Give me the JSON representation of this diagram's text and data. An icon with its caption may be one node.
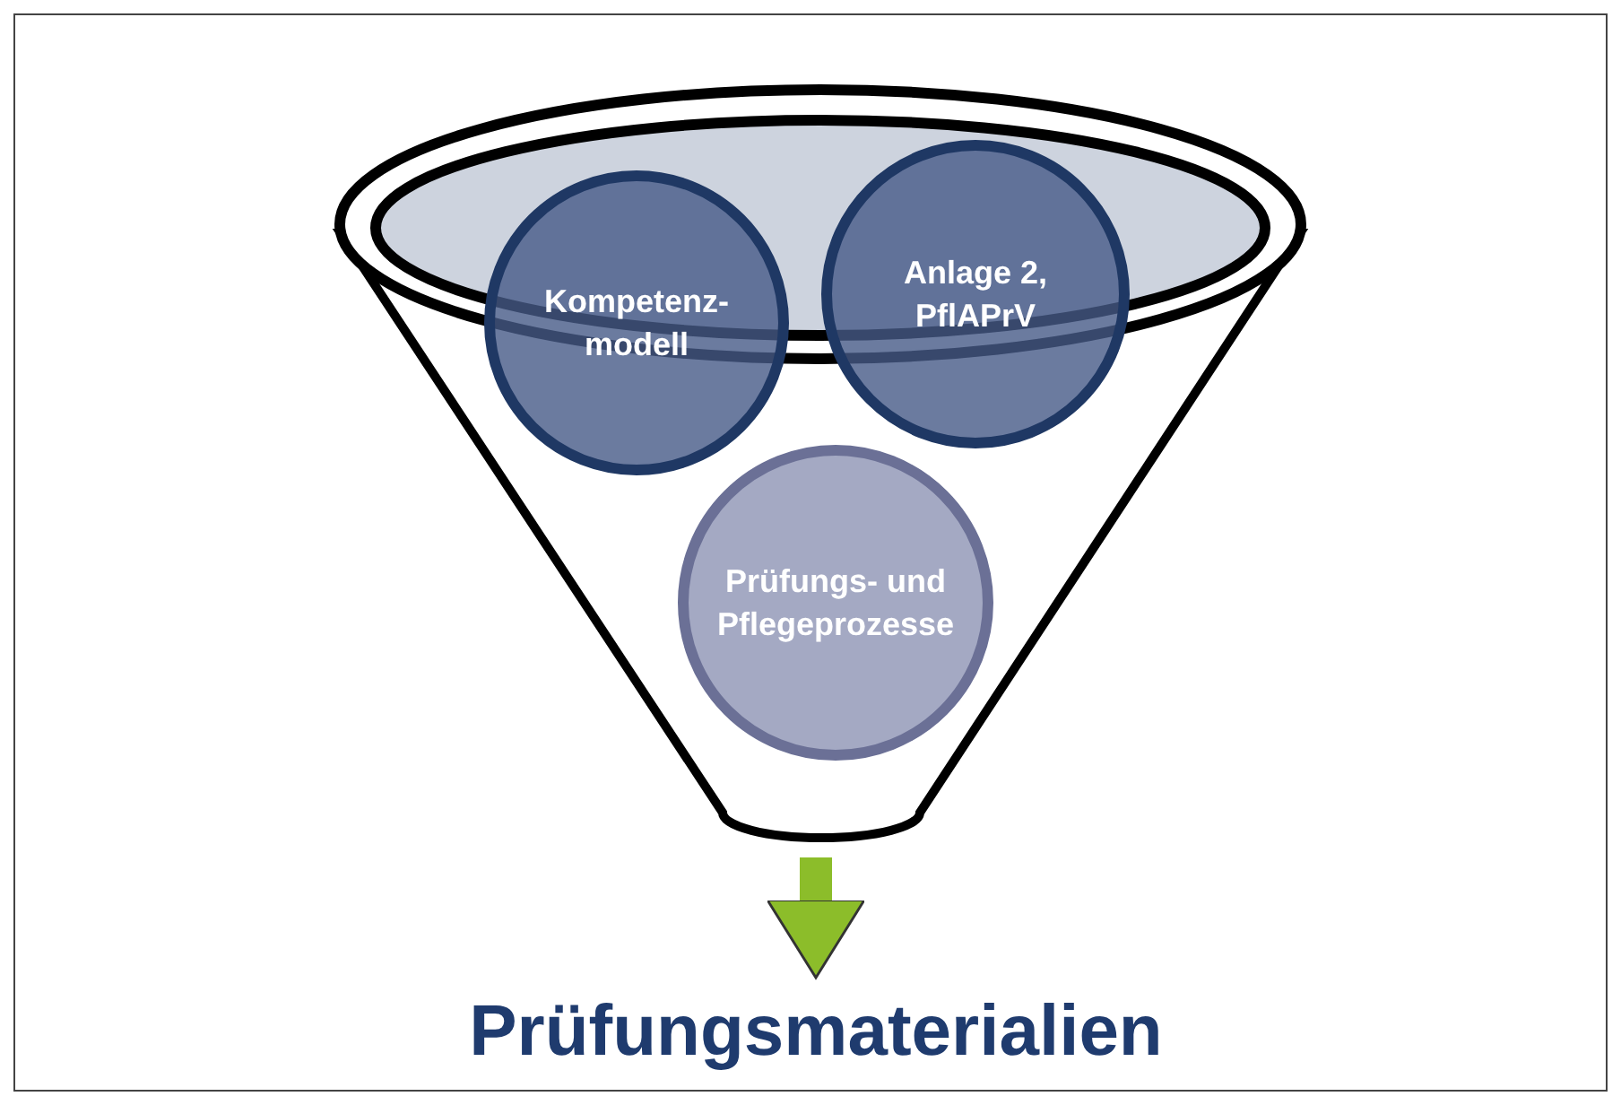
{
  "diagram": {
    "nodes": [
      {
        "text": [],
        "shape": "funnel"
      },
      {
        "text": [
          "Kompetenz- modell"
        ]
      },
      {
        "text": [
          "Anlage 2, PflAPrV"
        ]
      },
      {
        "text": [
          "Prüfungs- und Pflegeprozesse"
        ],
        "in": 0
      },
      {
        "text": [
          "Prüfungsmaterialien"
        ]
      }
    ],
    "edges": [
      {
        "from": 0,
        "to": 4,
        "arrow": "to"
      }
    ]
  }
}
